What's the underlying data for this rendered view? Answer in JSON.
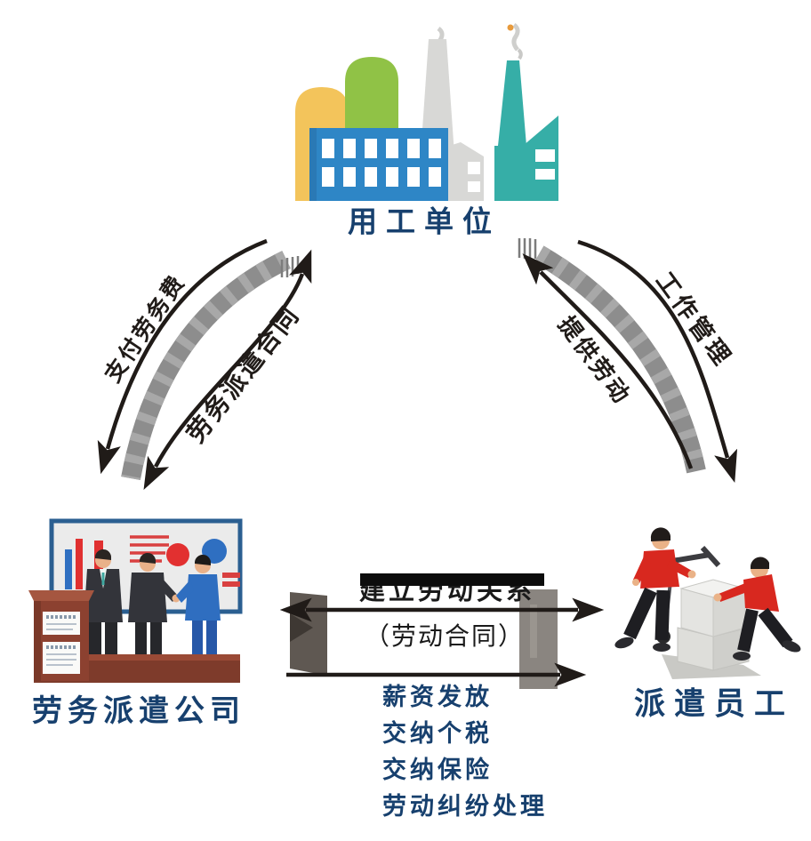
{
  "nodes": {
    "employer": {
      "label": "用工单位"
    },
    "agency": {
      "label": "劳务派遣公司"
    },
    "workers": {
      "label": "派遣员工"
    }
  },
  "edges": {
    "pay_fee": {
      "label": "支付劳务费",
      "from": "用工单位",
      "to": "劳务派遣公司"
    },
    "dispatch_contract": {
      "label": "劳务派遣合同",
      "between": "用工单位 与 劳务派遣公司"
    },
    "work_management": {
      "label": "工作管理",
      "from": "用工单位",
      "to": "派遣员工"
    },
    "provide_labor": {
      "label": "提供劳动",
      "from": "派遣员工",
      "to": "用工单位"
    },
    "establish_relation": {
      "label": "建立劳动关系"
    },
    "labor_contract": {
      "label": "（劳动合同）"
    }
  },
  "agency_duties": [
    "薪资发放",
    "交纳个税",
    "交纳保险",
    "劳动纠纷处理"
  ],
  "illustrations": {
    "employer": "factory-buildings-illustration",
    "agency": "office-meeting-illustration",
    "workers": "workers-moving-boxes-illustration"
  },
  "colors": {
    "label_navy": "#17406E",
    "arrow_black": "#201B18",
    "shadow_gray": "#8D8D8D",
    "middle_shadow_left": "#5F5852",
    "middle_shadow_right": "#8A8580",
    "factory_blue": "#2E86C6",
    "factory_green": "#90C246",
    "factory_yellow": "#F3C45B",
    "factory_teal": "#36AEA7",
    "factory_gray": "#D8D8D6",
    "worker_red": "#D8281F",
    "suit_dark": "#33343A",
    "suit_blue": "#2F6EC0",
    "desk_brown": "#8C4130",
    "board_frame_blue": "#2B5F91"
  }
}
